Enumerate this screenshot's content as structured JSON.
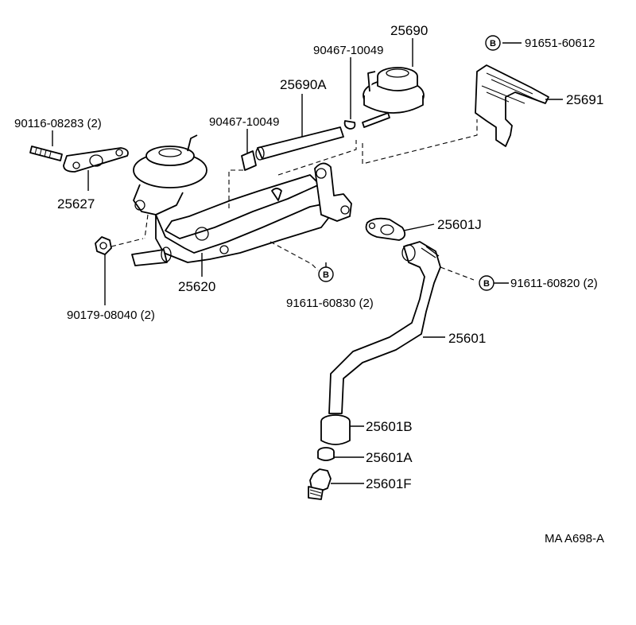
{
  "callouts": {
    "p25690": "25690",
    "p90467_top": "90467-10049",
    "p91651": "91651-60612",
    "p25690A": "25690A",
    "p25691": "25691",
    "p90116": "90116-08283 (2)",
    "p90467_mid": "90467-10049",
    "p25627": "25627",
    "p25601J": "25601J",
    "p25620": "25620",
    "p91611_830": "91611-60830 (2)",
    "p91611_820": "91611-60820 (2)",
    "p90179": "90179-08040 (2)",
    "p25601": "25601",
    "p25601B": "25601B",
    "p25601A": "25601A",
    "p25601F": "25601F"
  },
  "bolt_badge": "B",
  "figure_code": "MA A698-A"
}
